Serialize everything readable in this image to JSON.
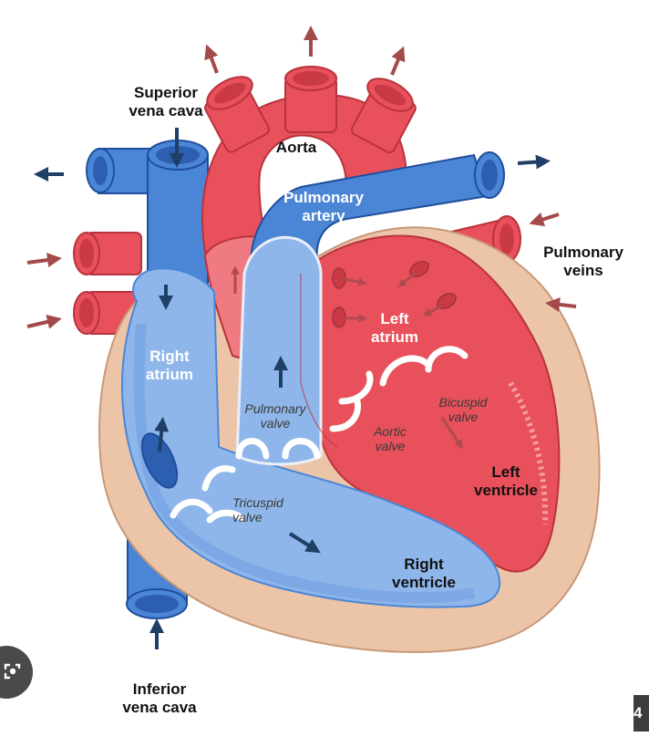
{
  "labels": {
    "superior_vena_cava": [
      "Superior",
      "vena cava"
    ],
    "aorta": "Aorta",
    "pulmonary_artery": [
      "Pulmonary",
      "artery"
    ],
    "pulmonary_veins": [
      "Pulmonary",
      "veins"
    ],
    "left_atrium": [
      "Left",
      "atrium"
    ],
    "right_atrium": [
      "Right",
      "atrium"
    ],
    "pulmonary_valve": [
      "Pulmonary",
      "valve"
    ],
    "bicuspid_valve": [
      "Bicuspid",
      "valve"
    ],
    "aortic_valve": [
      "Aortic",
      "valve"
    ],
    "tricuspid_valve": [
      "Tricuspid",
      "valve"
    ],
    "left_ventricle": [
      "Left",
      "ventricle"
    ],
    "right_ventricle": [
      "Right",
      "ventricle"
    ],
    "inferior_vena_cava": [
      "Inferior",
      "vena cava"
    ]
  },
  "colors": {
    "oxygenated_red": "#e8505b",
    "red_light": "#f07a82",
    "red_outline": "#b8333d",
    "deoxygenated_blue": "#4b86d6",
    "blue_light": "#8fb6ea",
    "blue_dark": "#1f4f9c",
    "heart_wall": "#ecc5a8",
    "wall_outline": "#c89878",
    "arrow_red": "#a34a4a",
    "arrow_blue": "#1f3f66",
    "valve_white": "#ffffff"
  },
  "overlay": {
    "lens_icon": "lens-icon",
    "page_badge": "4"
  }
}
